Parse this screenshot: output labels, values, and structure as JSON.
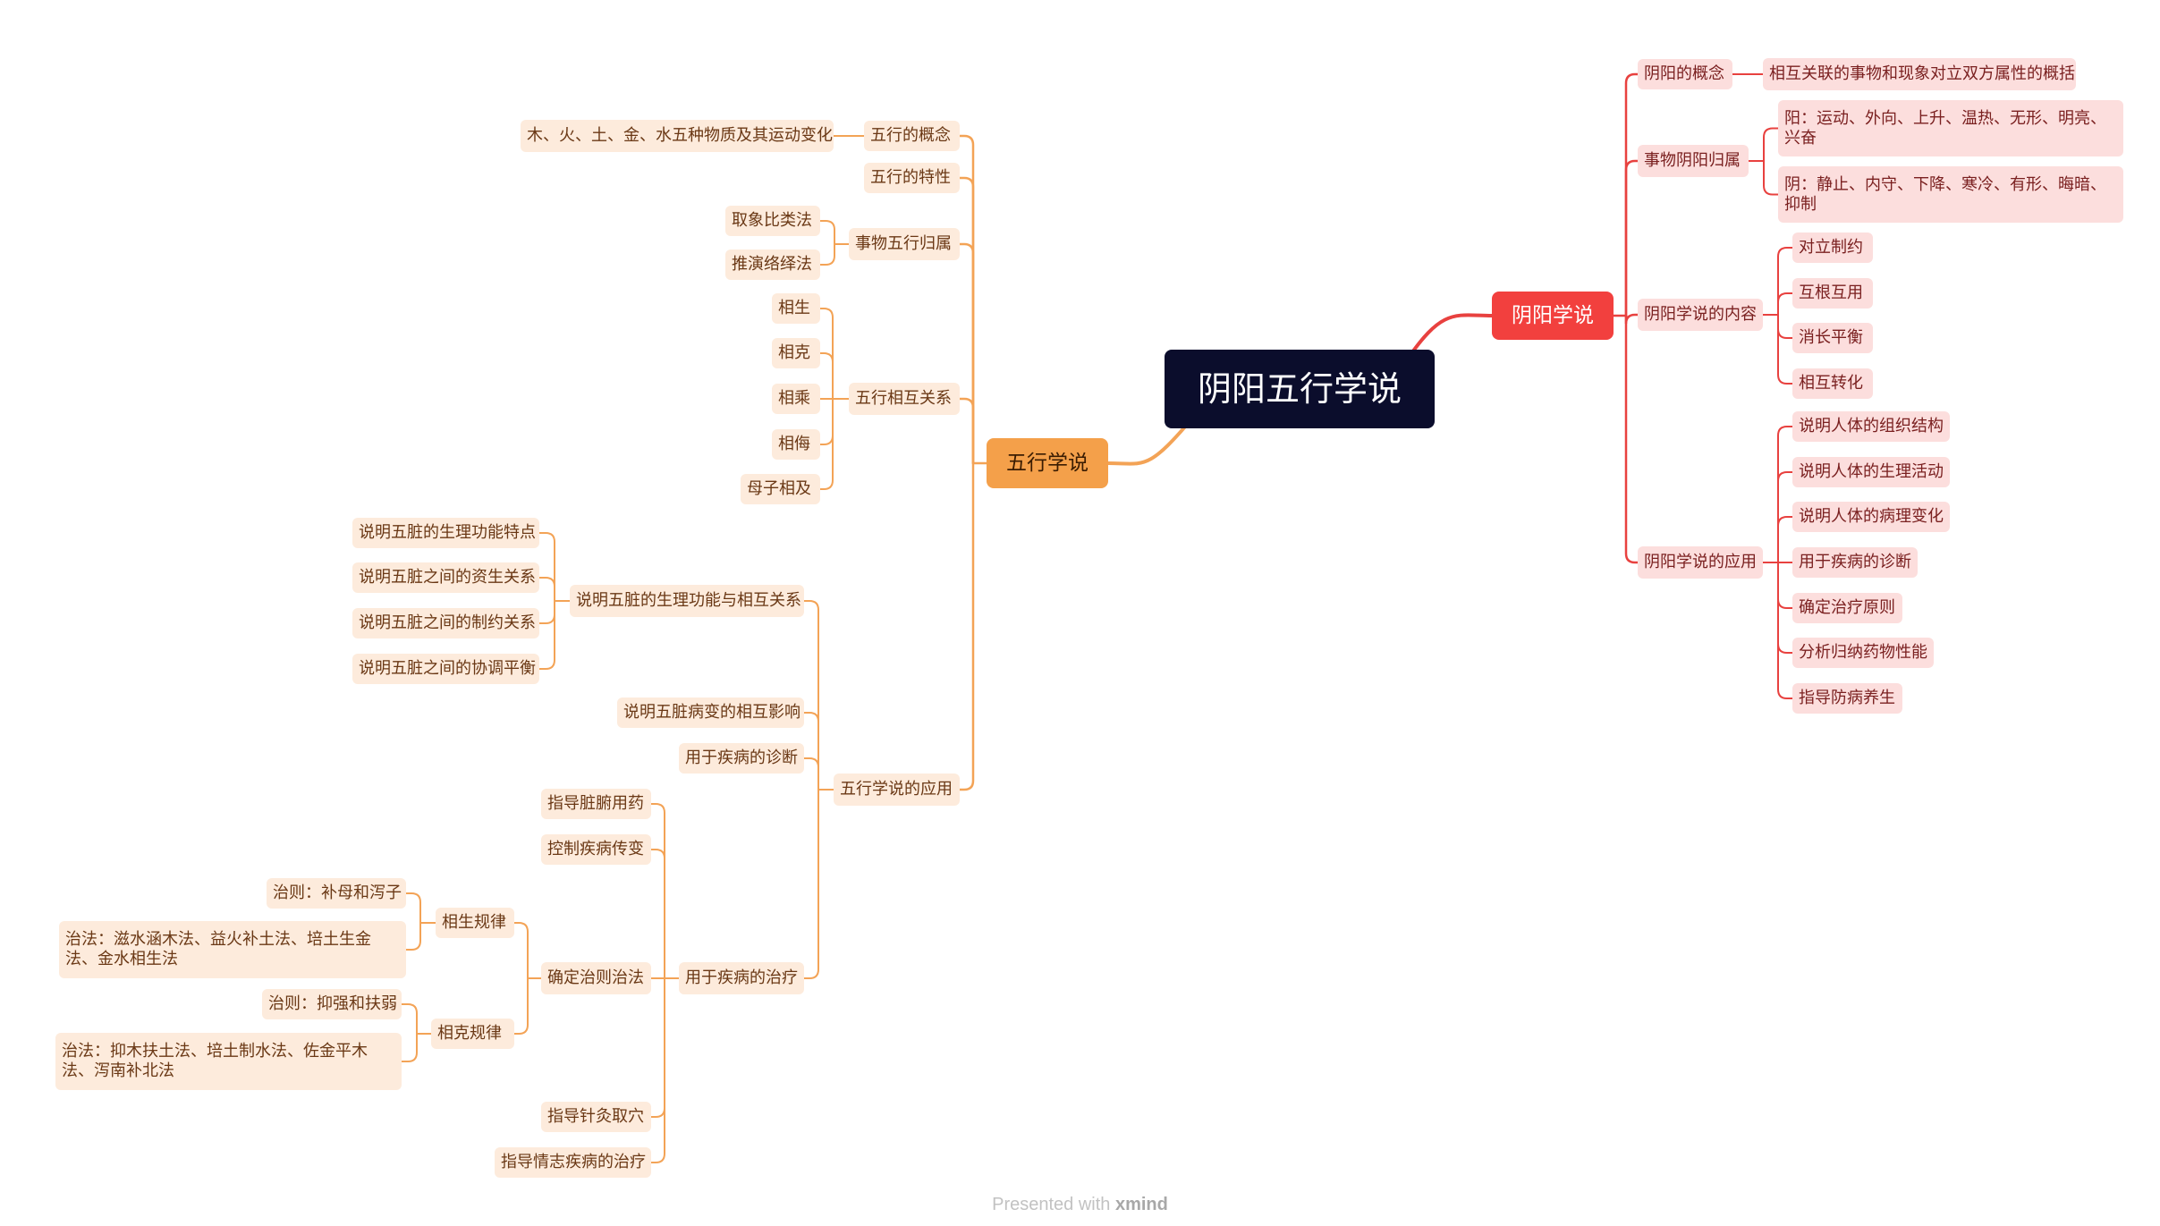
{
  "colors": {
    "wuxing_line": "#f3a356",
    "yinyang_line": "#e8413f"
  },
  "root": "阴阳五行学说",
  "wuxing": {
    "label": "五行学说",
    "concept": {
      "label": "五行的概念",
      "desc": "木、火、土、金、水五种物质及其运动变化"
    },
    "traits": "五行的特性",
    "attribution": {
      "label": "事物五行归属",
      "children": [
        "取象比类法",
        "推演络绎法"
      ]
    },
    "relations": {
      "label": "五行相互关系",
      "children": [
        "相生",
        "相克",
        "相乘",
        "相侮",
        "母子相及"
      ]
    },
    "application": {
      "label": "五行学说的应用",
      "physiology": {
        "label": "说明五脏的生理功能与相互关系",
        "children": [
          "说明五脏的生理功能特点",
          "说明五脏之间的资生关系",
          "说明五脏之间的制约关系",
          "说明五脏之间的协调平衡"
        ]
      },
      "pathology": "说明五脏病变的相互影响",
      "diagnosis": "用于疾病的诊断",
      "treatment": {
        "label": "用于疾病的治疗",
        "drugs": "指导脏腑用药",
        "control": "控制疾病传变",
        "principles": {
          "label": "确定治则治法",
          "sheng": {
            "label": "相生规律",
            "rule": "治则：补母和泻子",
            "method": "治法：滋水涵木法、益火补土法、培土生金法、金水相生法"
          },
          "ke": {
            "label": "相克规律",
            "rule": "治则：抑强和扶弱",
            "method": "治法：抑木扶土法、培土制水法、佐金平木法、泻南补北法"
          }
        },
        "acupuncture": "指导针灸取穴",
        "emotion": "指导情志疾病的治疗"
      }
    }
  },
  "yinyang": {
    "label": "阴阳学说",
    "concept": {
      "label": "阴阳的概念",
      "desc": "相互关联的事物和现象对立双方属性的概括"
    },
    "attribution": {
      "label": "事物阴阳归属",
      "yang": "阳：运动、外向、上升、温热、无形、明亮、兴奋",
      "yin": "阴：静止、内守、下降、寒冷、有形、晦暗、抑制"
    },
    "content": {
      "label": "阴阳学说的内容",
      "children": [
        "对立制约",
        "互根互用",
        "消长平衡",
        "相互转化"
      ]
    },
    "application": {
      "label": "阴阳学说的应用",
      "children": [
        "说明人体的组织结构",
        "说明人体的生理活动",
        "说明人体的病理变化",
        "用于疾病的诊断",
        "确定治疗原则",
        "分析归纳药物性能",
        "指导防病养生"
      ]
    }
  },
  "footer": {
    "prefix": "Presented with ",
    "brand": "xmind"
  }
}
